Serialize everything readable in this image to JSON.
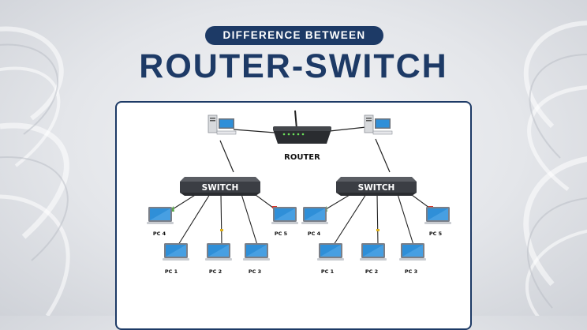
{
  "header": {
    "badge": "DIFFERENCE BETWEEN",
    "title": "ROUTER-SWITCH"
  },
  "diagram": {
    "router_label": "ROUTER",
    "switch_label": "SWITCH",
    "pc_labels": [
      "PC 4",
      "PC 5",
      "PC 1",
      "PC 2",
      "PC 3"
    ]
  },
  "colors": {
    "navy": "#1d3a66",
    "switch_body": "#3b3e44",
    "screen_blue": "#2f8fd8",
    "link_green": "#5aa84a",
    "link_yellow": "#e0b21a",
    "link_red": "#d9342a"
  }
}
